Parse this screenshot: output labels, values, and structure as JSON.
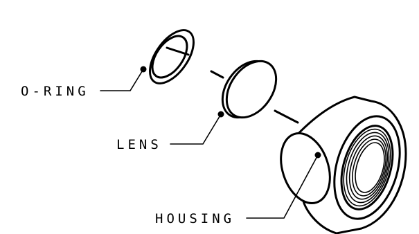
{
  "callouts": {
    "oring": "O-RING",
    "lens": "LENS",
    "housing": "HOUSING"
  },
  "colors": {
    "ink": "#000000",
    "paper": "#ffffff"
  }
}
